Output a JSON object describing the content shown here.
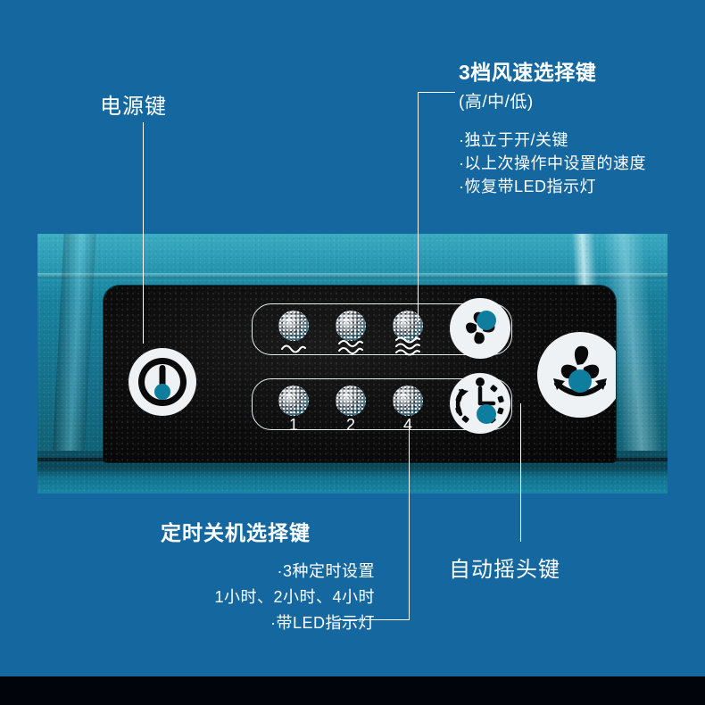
{
  "colors": {
    "background_blue": "#15689f",
    "accent_teal": "#1787a8",
    "panel_black": "#0c0c0c",
    "product_teal": "#16859f",
    "text_white": "#ffffff",
    "bottom_band": "#02040c"
  },
  "annotations": {
    "power": {
      "label": "电源键"
    },
    "speed": {
      "title": "3档风速选择键",
      "subtitle": "(高/中/低)",
      "bullets": [
        "·独立于开/关键",
        "·以上次操作中设置的速度",
        "·恢复带LED指示灯"
      ]
    },
    "timer": {
      "title": "定时关机选择键",
      "bullets": [
        "·3种定时设置",
        "1小时、2小时、4小时",
        "·带LED指示灯"
      ]
    },
    "oscillation": {
      "label": "自动摇头键"
    }
  },
  "control_panel": {
    "speed_row": {
      "indicators": [
        {
          "name": "speed-led-low",
          "wave": "∼"
        },
        {
          "name": "speed-led-mid",
          "wave": "≈"
        },
        {
          "name": "speed-led-high",
          "wave": "≋"
        }
      ],
      "button_icon": "fan-speed-icon"
    },
    "timer_row": {
      "indicators": [
        {
          "name": "timer-led-1h",
          "label": "1"
        },
        {
          "name": "timer-led-2h",
          "label": "2"
        },
        {
          "name": "timer-led-4h",
          "label": "4"
        }
      ],
      "button_icon": "timer-clock-icon"
    },
    "power_button_icon": "power-thermometer-icon",
    "oscillation_button_icon": "fan-oscillation-icon"
  }
}
